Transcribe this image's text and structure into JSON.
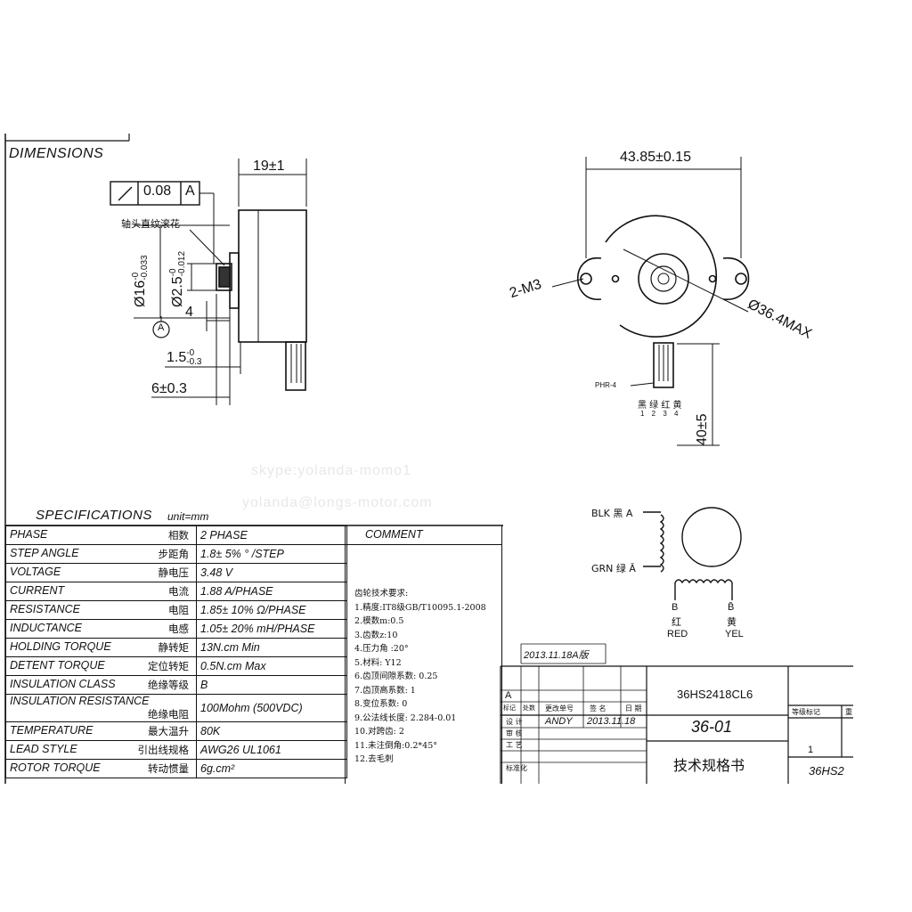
{
  "dimensions": {
    "heading": "DIMENSIONS",
    "runout": "0.08",
    "datum": "A",
    "knurl_note": "轴头直纹滚花",
    "length": "19±1",
    "shaft_dia": "Ø16",
    "shaft_dia_tol": "-0.033",
    "shaft_flat": "Ø2.5",
    "shaft_flat_tol": "-0.012",
    "tol_zero": "-0",
    "four": "4",
    "datum_circle": "A",
    "boss": "1.5",
    "boss_tol_top": "-0",
    "boss_tol_bot": "-0.3",
    "shaft_len": "6±0.3",
    "width": "43.85±0.15",
    "holes": "2-M3",
    "body_dia": "Ø36.4MAX",
    "connector": "PHR-4",
    "wire_colors": "黑 绿 红 黄",
    "wire_pins": "1 2 3 4",
    "wire_len": "40±5"
  },
  "watermark": {
    "line1": "skype:yolanda-momo1",
    "line2": "yolanda@longs-motor.com"
  },
  "wiring": {
    "blk": "BLK 黑 A",
    "grn": "GRN 绿 Ā",
    "b": "B",
    "b_bar": "B̄",
    "red_cn": "红",
    "red": "RED",
    "yel_cn": "黄",
    "yel": "YEL"
  },
  "specifications": {
    "heading": "SPECIFICATIONS",
    "unit": "unit=mm",
    "comment_header": "COMMENT",
    "rows": [
      {
        "label": "PHASE",
        "cn": "相数",
        "value": "2  PHASE"
      },
      {
        "label": "STEP ANGLE",
        "cn": "步距角",
        "value": "1.8± 5% ° /STEP"
      },
      {
        "label": "VOLTAGE",
        "cn": "静电压",
        "value": "3.48 V"
      },
      {
        "label": "CURRENT",
        "cn": "电流",
        "value": "1.88 A/PHASE"
      },
      {
        "label": "RESISTANCE",
        "cn": "电阻",
        "value": "1.85± 10%  Ω/PHASE"
      },
      {
        "label": "INDUCTANCE",
        "cn": "电感",
        "value": "1.05± 20% mH/PHASE"
      },
      {
        "label": "HOLDING TORQUE",
        "cn": "静转矩",
        "value": "13N.cm Min"
      },
      {
        "label": "DETENT TORQUE",
        "cn": "定位转矩",
        "value": "0.5N.cm Max"
      },
      {
        "label": "INSULATION CLASS",
        "cn": "绝缘等级",
        "value": "B"
      },
      {
        "label": "INSULATION RESISTANCE",
        "cn": "绝缘电阻",
        "value": "100Mohm (500VDC)"
      },
      {
        "label": "TEMPERATURE",
        "cn": "最大温升",
        "value": "80K"
      },
      {
        "label": "LEAD STYLE",
        "cn": "引出线规格",
        "value": "AWG26 UL1061"
      },
      {
        "label": "ROTOR TORQUE",
        "cn": "转动惯量",
        "value": "6g.cm²"
      }
    ],
    "gear_notes": [
      "齿轮技术要求:",
      "1.精度:IT8级GB/T10095.1-2008",
      "2.模数m:0.5",
      "3.齿数z:10",
      "4.压力角 :20°",
      "5.材料: Y12",
      "6.齿顶间隙系数: 0.25",
      "7.齿顶高系数: 1",
      "8.变位系数: 0",
      "9.公法线长度: 2.284-0.01",
      "10.对跨齿: 2",
      "11.未注倒角:0.2*45°",
      "12.去毛刺"
    ]
  },
  "title_block": {
    "revision_note": "2013.11.18A版",
    "rev": "A",
    "mark_cn": "标记",
    "count_cn": "处数",
    "change_cn": "更改单号",
    "sign_cn": "签 名",
    "date_cn": "日 期",
    "design_cn": "设 计",
    "designer": "ANDY",
    "design_date": "2013.11.18",
    "review_cn": "审 核",
    "process_cn": "工 艺",
    "std_cn": "标准化",
    "model": "36HS2418CL6",
    "drawing_no": "36-01",
    "doc_title": "技术规格书",
    "stage_cn": "等级标记",
    "weight_cn": "重",
    "one": "1",
    "model_short": "36HS2"
  }
}
